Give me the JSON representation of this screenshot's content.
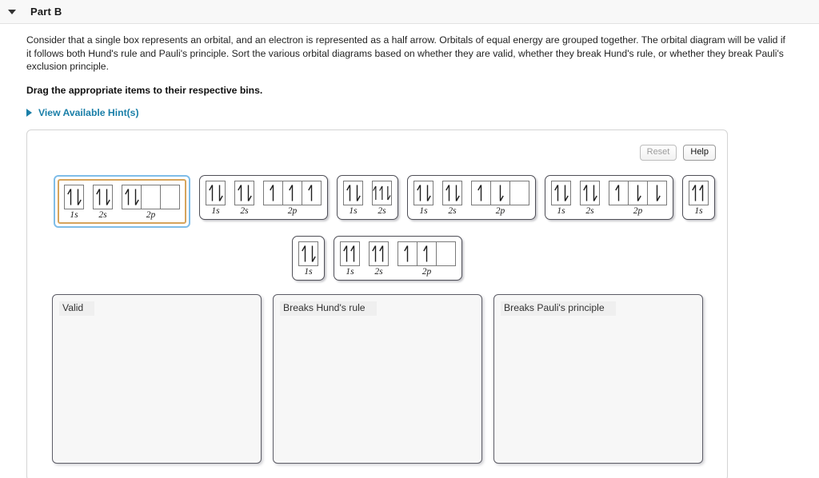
{
  "header": {
    "caret_icon": "caret-down-icon",
    "title": "Part B"
  },
  "content": {
    "prompt": "Consider that a single box represents an orbital, and an electron is represented as a half arrow. Orbitals of equal energy are grouped together. The orbital diagram will be valid if it follows both Hund's rule and Pauli's principle. Sort the various orbital diagrams based on whether they are valid, whether they break Hund's rule, or whether they break Pauli's exclusion principle.",
    "instruction": "Drag the appropriate items to their respective bins.",
    "hints_caret_icon": "caret-right-icon",
    "hints_label": "View Available Hint(s)"
  },
  "toolbar": {
    "reset_label": "Reset",
    "help_label": "Help"
  },
  "colors": {
    "link": "#1a7fa8",
    "selection_outer": "#7fbde8",
    "selection_inner": "#d6a45c",
    "bin_fill": "#f7f7f7",
    "item_border": "#4e4e56"
  },
  "bank": {
    "rows": [
      {
        "items": [
          {
            "id": "item-1",
            "selected": true,
            "groups": [
              {
                "label": "1s",
                "boxes": [
                  [
                    "up",
                    "down"
                  ]
                ]
              },
              {
                "label": "2s",
                "boxes": [
                  [
                    "up",
                    "down"
                  ]
                ]
              },
              {
                "label": "2p",
                "boxes": [
                  [
                    "up",
                    "down"
                  ],
                  [],
                  []
                ]
              }
            ]
          },
          {
            "id": "item-2",
            "selected": false,
            "groups": [
              {
                "label": "1s",
                "boxes": [
                  [
                    "up",
                    "down"
                  ]
                ]
              },
              {
                "label": "2s",
                "boxes": [
                  [
                    "up",
                    "down"
                  ]
                ]
              },
              {
                "label": "2p",
                "boxes": [
                  [
                    "up"
                  ],
                  [
                    "up"
                  ],
                  [
                    "up"
                  ]
                ]
              }
            ]
          },
          {
            "id": "item-3",
            "selected": false,
            "groups": [
              {
                "label": "1s",
                "boxes": [
                  [
                    "up",
                    "down"
                  ]
                ]
              },
              {
                "label": "2s",
                "boxes": [
                  [
                    "up",
                    "up",
                    "down"
                  ]
                ]
              }
            ]
          },
          {
            "id": "item-4",
            "selected": false,
            "groups": [
              {
                "label": "1s",
                "boxes": [
                  [
                    "up",
                    "down"
                  ]
                ]
              },
              {
                "label": "2s",
                "boxes": [
                  [
                    "up",
                    "down"
                  ]
                ]
              },
              {
                "label": "2p",
                "boxes": [
                  [
                    "up"
                  ],
                  [
                    "down"
                  ],
                  []
                ]
              }
            ]
          },
          {
            "id": "item-5",
            "selected": false,
            "groups": [
              {
                "label": "1s",
                "boxes": [
                  [
                    "up",
                    "down"
                  ]
                ]
              },
              {
                "label": "2s",
                "boxes": [
                  [
                    "up",
                    "down"
                  ]
                ]
              },
              {
                "label": "2p",
                "boxes": [
                  [
                    "up"
                  ],
                  [
                    "down"
                  ],
                  [
                    "down"
                  ]
                ]
              }
            ]
          },
          {
            "id": "item-6",
            "selected": false,
            "groups": [
              {
                "label": "1s",
                "boxes": [
                  [
                    "up",
                    "up"
                  ]
                ]
              }
            ]
          }
        ]
      },
      {
        "items": [
          {
            "id": "item-7",
            "selected": false,
            "groups": [
              {
                "label": "1s",
                "boxes": [
                  [
                    "up",
                    "down"
                  ]
                ]
              }
            ]
          },
          {
            "id": "item-8",
            "selected": false,
            "groups": [
              {
                "label": "1s",
                "boxes": [
                  [
                    "up",
                    "up"
                  ]
                ]
              },
              {
                "label": "2s",
                "boxes": [
                  [
                    "up",
                    "up"
                  ]
                ]
              },
              {
                "label": "2p",
                "boxes": [
                  [
                    "up"
                  ],
                  [
                    "up"
                  ],
                  []
                ]
              }
            ]
          }
        ]
      }
    ]
  },
  "bins": [
    {
      "id": "bin-valid",
      "label": "Valid"
    },
    {
      "id": "bin-hund",
      "label": "Breaks Hund's rule"
    },
    {
      "id": "bin-pauli",
      "label": "Breaks Pauli's principle"
    }
  ]
}
